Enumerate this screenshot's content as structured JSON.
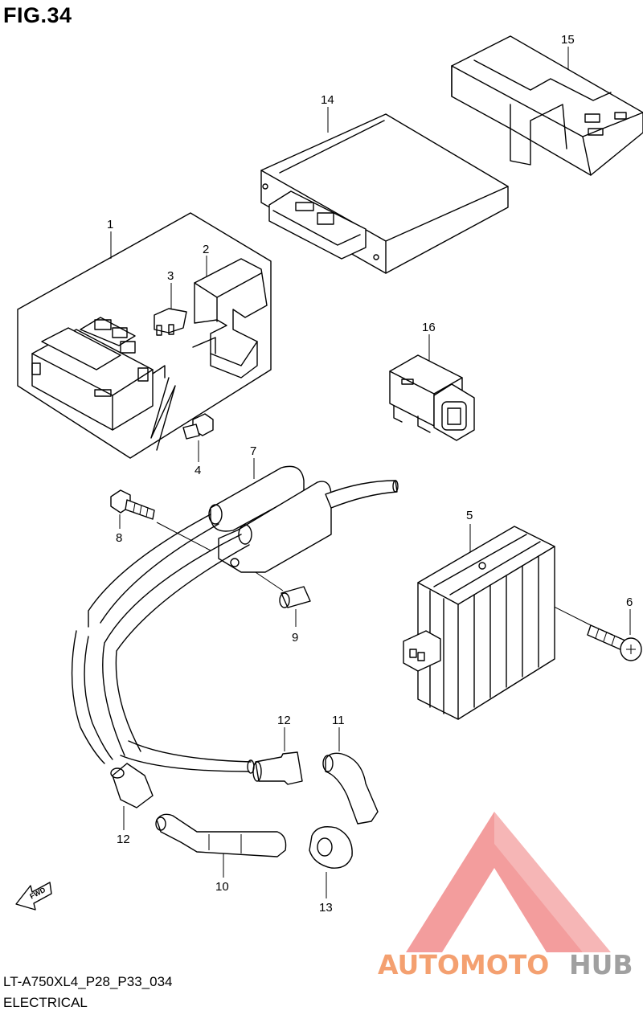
{
  "header": {
    "figure_title": "FIG.34"
  },
  "footer": {
    "model_code": "LT-A750XL4_P28_P33_034",
    "section": "ELECTRICAL"
  },
  "direction_marker": {
    "label": "FWD"
  },
  "watermark": {
    "part_a": "AUTOMOTO",
    "part_b": "HUB",
    "color_a": "#f4a070",
    "color_b": "#a0a0a0",
    "logo_color": "#f28c8c"
  },
  "callouts": {
    "c1": "1",
    "c2": "2",
    "c3": "3",
    "c4": "4",
    "c5": "5",
    "c6": "6",
    "c7": "7",
    "c8": "8",
    "c9": "9",
    "c10": "10",
    "c11": "11",
    "c12a": "12",
    "c12b": "12",
    "c13": "13",
    "c14": "14",
    "c15": "15",
    "c16": "16"
  }
}
